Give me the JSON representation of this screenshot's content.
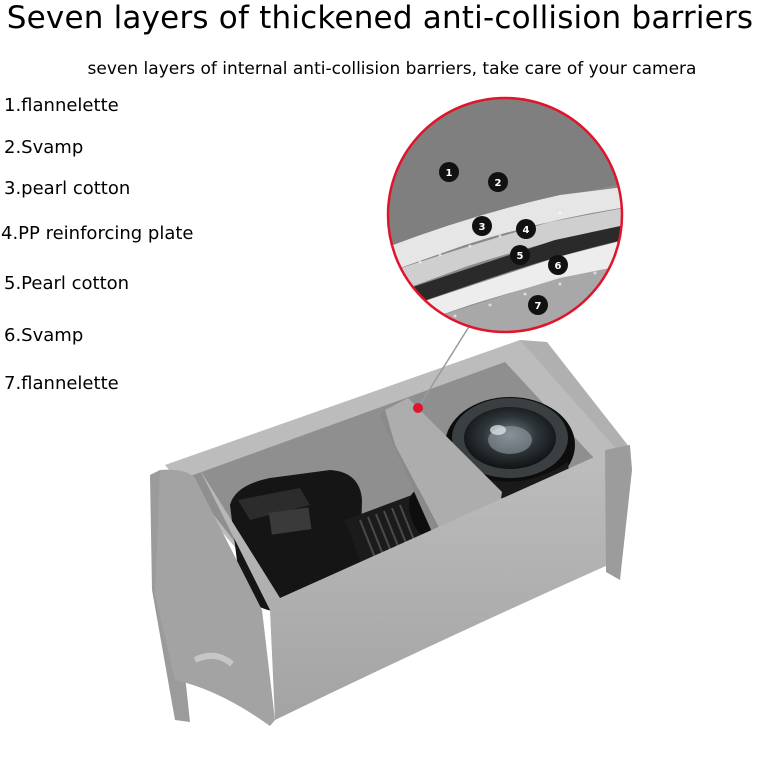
{
  "title": "Seven layers of thickened anti-collision barriers",
  "subtitle": "seven layers of internal anti-collision barriers, take care of your camera",
  "layers": [
    {
      "label": "1.flannelette"
    },
    {
      "label": "2.Svamp"
    },
    {
      "label": "3.pearl cotton"
    },
    {
      "label": "4.PP reinforcing plate"
    },
    {
      "label": "5.Pearl cotton"
    },
    {
      "label": "6.Svamp"
    },
    {
      "label": "7.flannelette"
    }
  ],
  "layer_markers": [
    "1",
    "2",
    "3",
    "4",
    "5",
    "6",
    "7"
  ],
  "colors": {
    "fabric": "#a9a9a9",
    "fabric_light": "#c4c4c4",
    "foam": "#eeeeee",
    "accent_red": "#e0142a",
    "marker": "#111111"
  }
}
